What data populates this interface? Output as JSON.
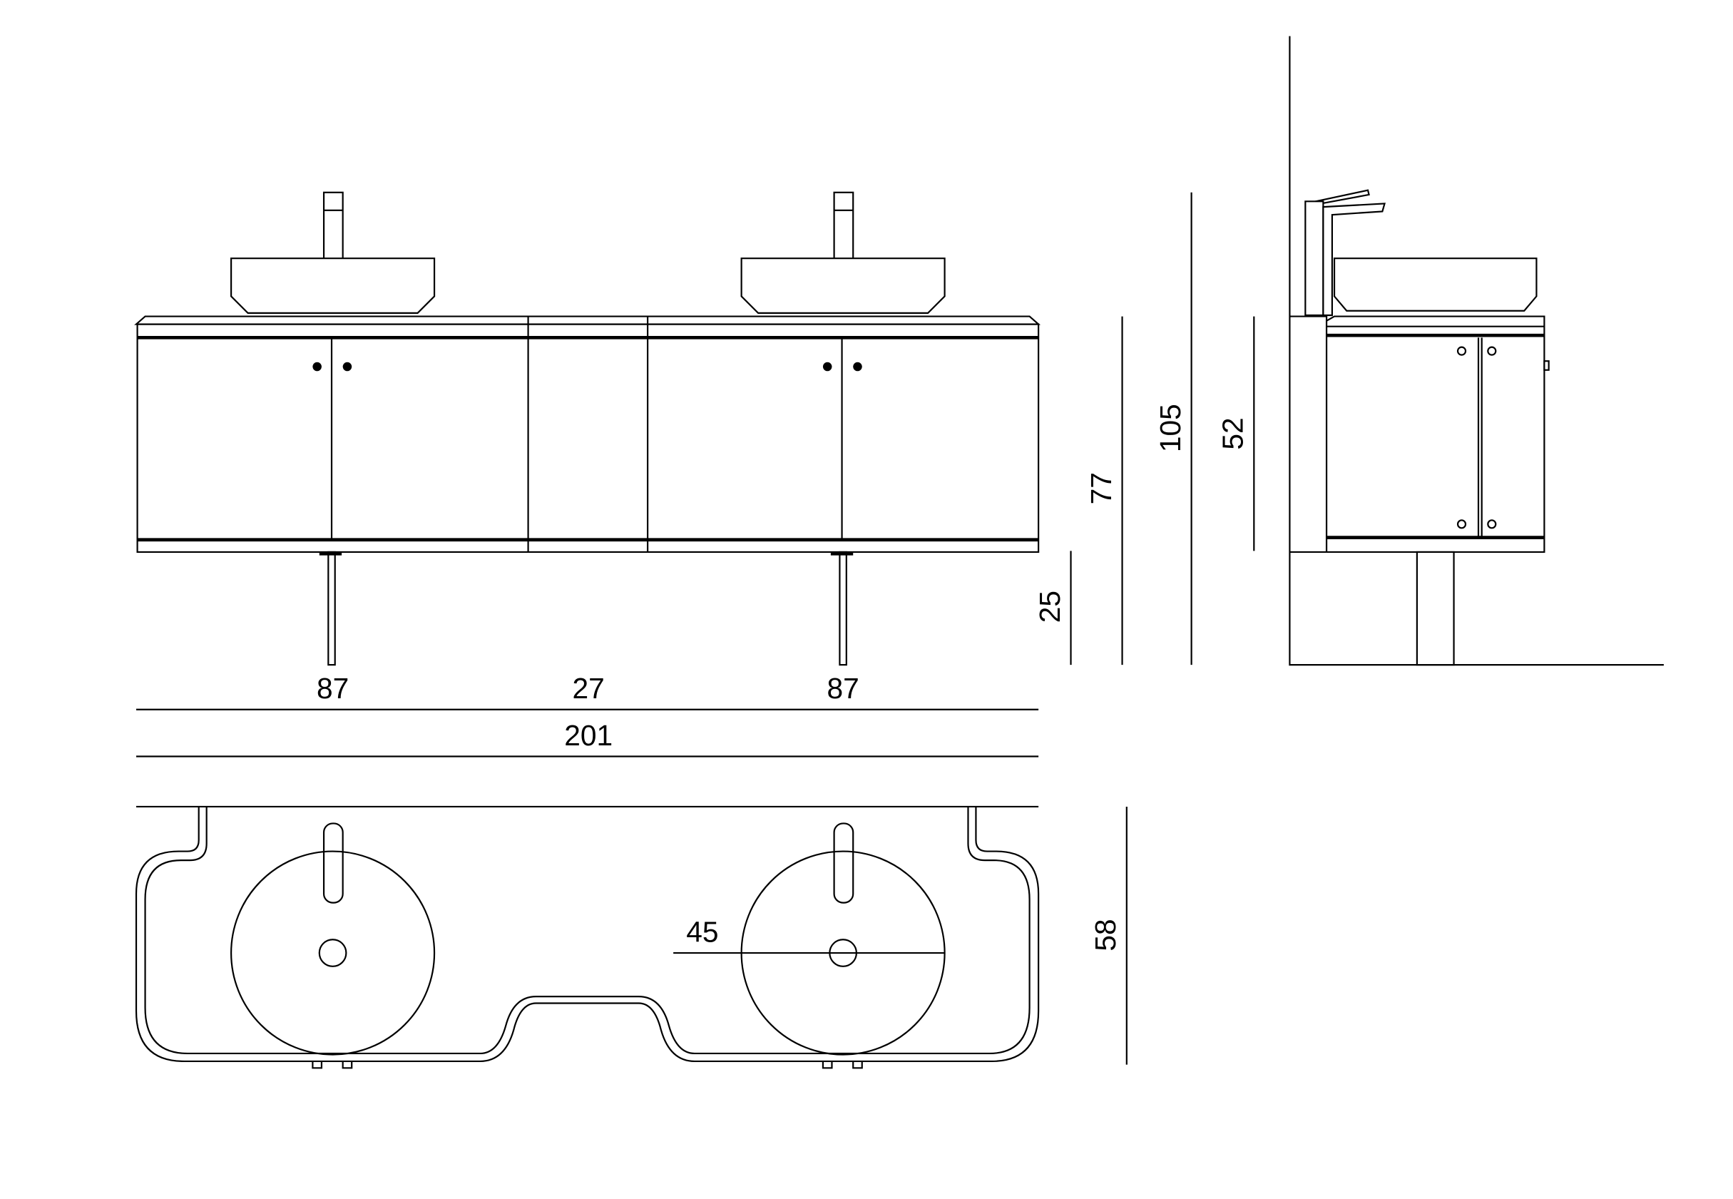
{
  "dimensions": {
    "left_unit_width": "87",
    "middle_unit_width": "27",
    "right_unit_width": "87",
    "total_width": "201",
    "leg_height": "25",
    "cabinet_top_height": "77",
    "faucet_top_height": "105",
    "side_cabinet_height": "52",
    "depth": "58",
    "basin_diameter": "45"
  },
  "colors": {
    "line": "#000000",
    "background": "#ffffff"
  }
}
